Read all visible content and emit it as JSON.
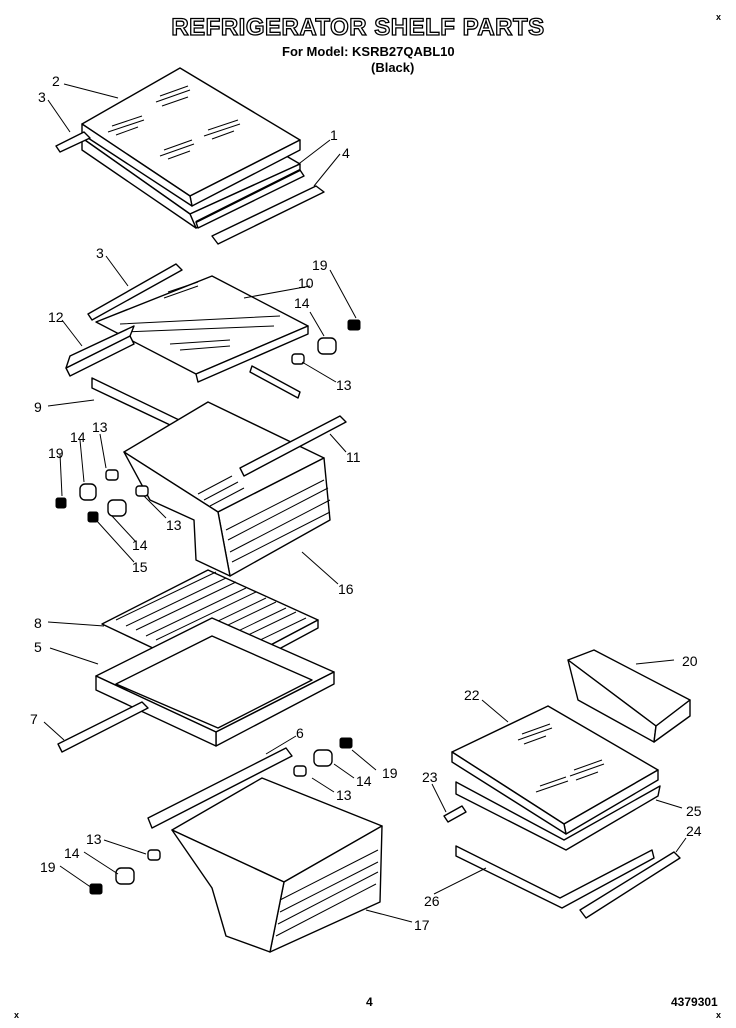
{
  "header": {
    "title": "REFRIGERATOR SHELF PARTS",
    "model_line": "For Model: KSRB27QABL10",
    "color_line": "(Black)"
  },
  "footer": {
    "page_number": "4",
    "document_number": "4379301"
  },
  "corner_marks": {
    "top_right": "x",
    "bottom_left": "x",
    "bottom_right": "x"
  },
  "callouts": {
    "c1": "1",
    "c2": "2",
    "c3a": "3",
    "c3b": "3",
    "c4": "4",
    "c5": "5",
    "c6": "6",
    "c7": "7",
    "c8": "8",
    "c9": "9",
    "c10": "10",
    "c11": "11",
    "c12": "12",
    "c13a": "13",
    "c13b": "13",
    "c13c": "13",
    "c13d": "13",
    "c13e": "13",
    "c14a": "14",
    "c14b": "14",
    "c14c": "14",
    "c14d": "14",
    "c14e": "14",
    "c15": "15",
    "c16": "16",
    "c17": "17",
    "c19a": "19",
    "c19b": "19",
    "c19c": "19",
    "c19d": "19",
    "c20": "20",
    "c22": "22",
    "c23": "23",
    "c24": "24",
    "c25": "25",
    "c26": "26"
  }
}
